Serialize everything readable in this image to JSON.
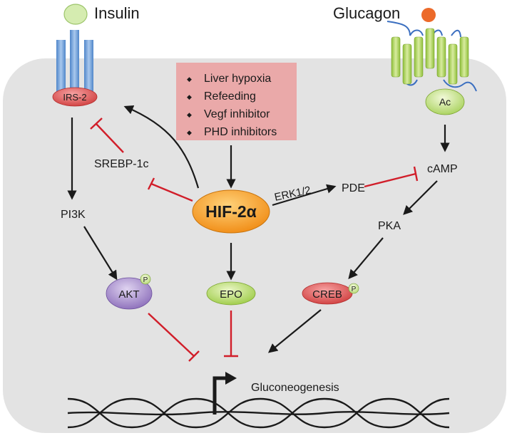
{
  "ligands": {
    "insulin": "Insulin",
    "glucagon": "Glucagon"
  },
  "stimuli": [
    "Liver hypoxia",
    "Refeeding",
    "Vegf inhibitor",
    "PHD inhibitors"
  ],
  "nodes": {
    "irs2": "IRS-2",
    "ac": "Ac",
    "srebp": "SREBP-1c",
    "camp": "cAMP",
    "pi3k": "PI3K",
    "hif": "HIF-2α",
    "erk": "ERK1/2",
    "pde": "PDE",
    "pka": "PKA",
    "akt": "AKT",
    "epo": "EPO",
    "creb": "CREB",
    "phospho": "P",
    "gluconeogenesis": "Gluconeogenesis"
  },
  "colors": {
    "cell": "#e3e3e3",
    "insulin_receptor": "#6f9fd6",
    "glucagon_receptor": "#b9d86a",
    "glucagon_ligand": "#ec6a2a",
    "irs2_fill": "#e05a5a",
    "hif_fill": "#f3a21d",
    "epo_fill": "#bfe07a",
    "akt_fill": "#a58dc9",
    "creb_fill": "#e05a5a",
    "stimulus_box": "#eaa9a9",
    "activation": "#1a1a1a",
    "inhibition": "#d11e2a",
    "membrane_wave": "#3b6fc0"
  }
}
